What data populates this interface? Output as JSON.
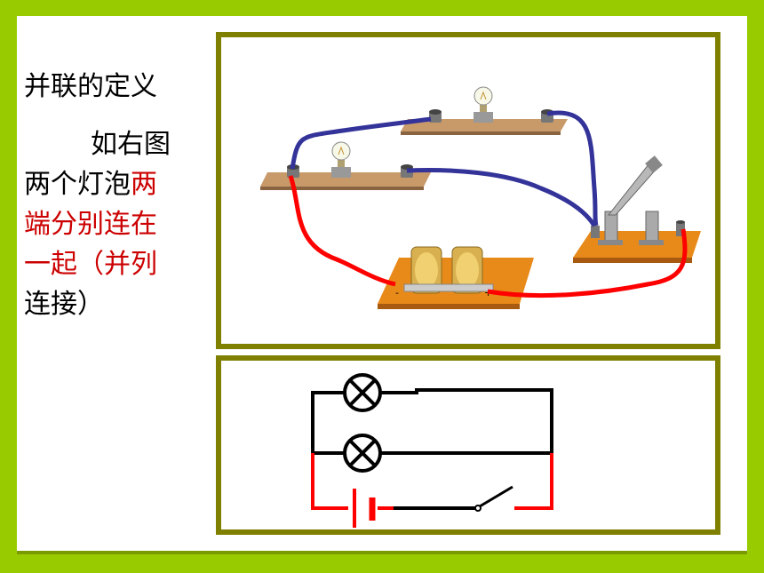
{
  "slide": {
    "heading": "并联的定义",
    "paragraph": {
      "line1": "如右图",
      "line2_black": "两个灯泡",
      "line2_red": "两",
      "line3_red": "端分别连在",
      "line4_black": "一起（并列",
      "line5_black": "连接）"
    }
  },
  "colors": {
    "background": "#99cc00",
    "frame": "#808000",
    "wire_blue": "#333399",
    "wire_red": "#ff0000",
    "highlight_text": "#cc0000",
    "board": "#c89a6a",
    "base": "#e88a1a"
  },
  "photo_labels": {
    "battery_minus": "-",
    "battery_plus": "+"
  },
  "icons": [
    "bulb-icon",
    "battery-icon",
    "knife-switch-icon",
    "lamp-symbol-icon",
    "battery-symbol-icon",
    "switch-symbol-icon"
  ]
}
